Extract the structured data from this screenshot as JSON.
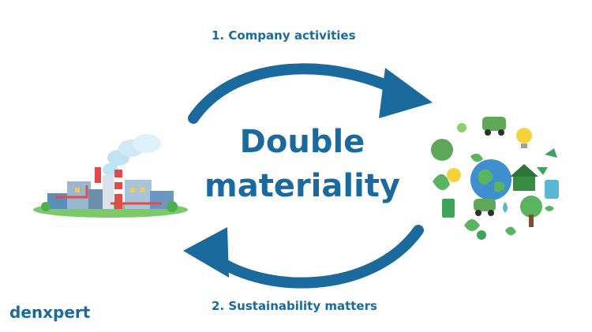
{
  "diagram": {
    "top_label": "1. Company activities",
    "title_line1": "Double",
    "title_line2": "materiality",
    "bottom_label": "2. Sustainability matters",
    "brand": "denxpert"
  },
  "colors": {
    "accent": "#1b6a9e",
    "green": "#3fa35a",
    "light_green": "#8ccf6b"
  },
  "icons": [
    "factory-illustration",
    "eco-icons-cluster",
    "top-arrow-icon",
    "bottom-arrow-icon"
  ]
}
